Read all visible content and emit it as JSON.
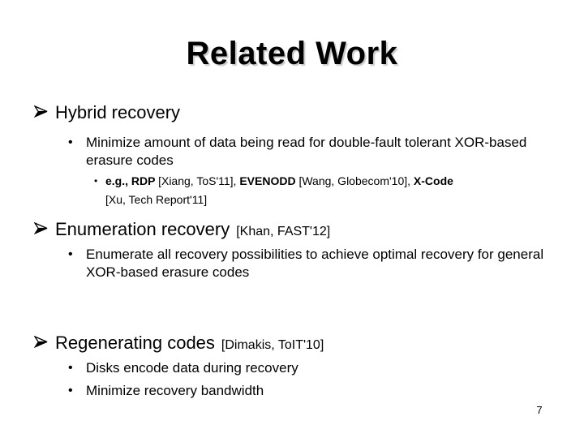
{
  "slide": {
    "title": "Related Work",
    "page_number": "7",
    "colors": {
      "background": "#ffffff",
      "text": "#000000",
      "title_shadow": "#c9c9c9"
    },
    "icons": {
      "level1_bullet": "arrowhead-right-3d",
      "level2_bullet": "•",
      "level3_bullet": "•"
    },
    "bullets": [
      {
        "label": "Hybrid recovery",
        "citation": "",
        "sub_bullets": [
          "Minimize amount of data being read for double-fault tolerant XOR-based erasure codes"
        ],
        "example_segments": [
          {
            "bold": true,
            "text": "e.g., RDP "
          },
          {
            "bold": false,
            "text": "[Xiang, ToS'11], "
          },
          {
            "bold": true,
            "text": "EVENODD "
          },
          {
            "bold": false,
            "text": "[Wang, Globecom'10], "
          },
          {
            "bold": true,
            "text": "X-Code "
          },
          {
            "bold": false,
            "text": "[Xu, Tech Report'11]"
          }
        ]
      },
      {
        "label": "Enumeration recovery",
        "citation": "[Khan, FAST'12]",
        "sub_bullets": [
          "Enumerate all recovery possibilities to achieve optimal recovery for general XOR-based erasure codes"
        ]
      },
      {
        "label": "Regenerating codes",
        "citation": "[Dimakis, ToIT'10]",
        "sub_bullets": [
          "Disks encode data during recovery",
          "Minimize recovery bandwidth"
        ]
      }
    ]
  }
}
